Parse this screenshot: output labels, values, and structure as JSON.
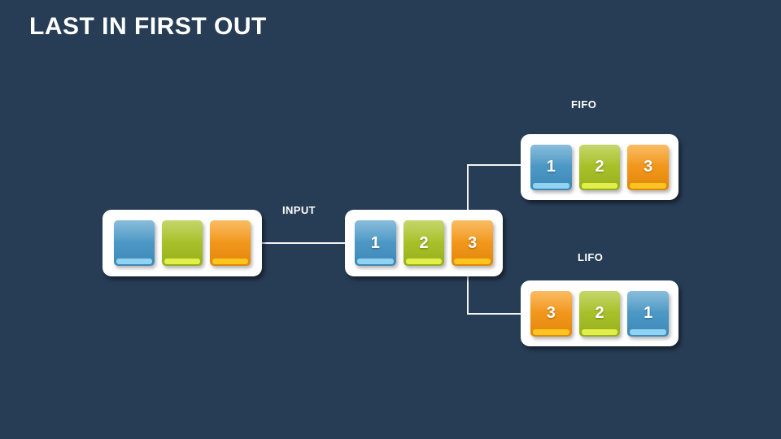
{
  "slide": {
    "title": "LAST IN FIRST OUT",
    "background_color": "#273c55"
  },
  "palette": {
    "blue": "#4a96c4",
    "green": "#a6bf28",
    "orange": "#f0951a",
    "container": "#ffffff",
    "line": "#f2f4f6",
    "text": "#ffffff"
  },
  "captions": {
    "input": "INPUT",
    "fifo": "FIFO",
    "lifo": "LIFO"
  },
  "groups": {
    "source": {
      "name": "source-queue",
      "tiles": [
        {
          "label": "",
          "color": "blue"
        },
        {
          "label": "",
          "color": "green"
        },
        {
          "label": "",
          "color": "orange"
        }
      ]
    },
    "input": {
      "name": "input-queue",
      "tiles": [
        {
          "label": "1",
          "color": "blue"
        },
        {
          "label": "2",
          "color": "green"
        },
        {
          "label": "3",
          "color": "orange"
        }
      ]
    },
    "fifo": {
      "name": "fifo-queue",
      "tiles": [
        {
          "label": "1",
          "color": "blue"
        },
        {
          "label": "2",
          "color": "green"
        },
        {
          "label": "3",
          "color": "orange"
        }
      ]
    },
    "lifo": {
      "name": "lifo-stack",
      "tiles": [
        {
          "label": "3",
          "color": "orange"
        },
        {
          "label": "2",
          "color": "green"
        },
        {
          "label": "1",
          "color": "blue"
        }
      ]
    }
  }
}
